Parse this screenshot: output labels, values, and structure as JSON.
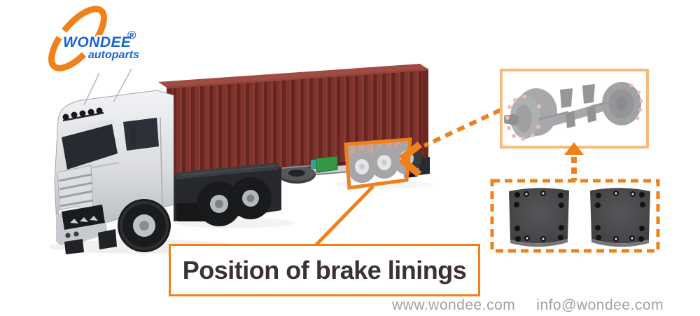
{
  "logo": {
    "brand": "WONDEE",
    "subtitle": "autoparts",
    "registered_mark": "®"
  },
  "callout": {
    "label": "Position of brake linings"
  },
  "footer": {
    "website": "www.wondee.com",
    "email": "info@wondee.com"
  },
  "colors": {
    "accent_orange": "#F0811A",
    "accent_orange_light": "#F5BA7E",
    "logo_blue": "#1A64D2",
    "label_text": "#3A3130",
    "footer_text": "#A1A1A1",
    "container_red": "#7E332D"
  }
}
